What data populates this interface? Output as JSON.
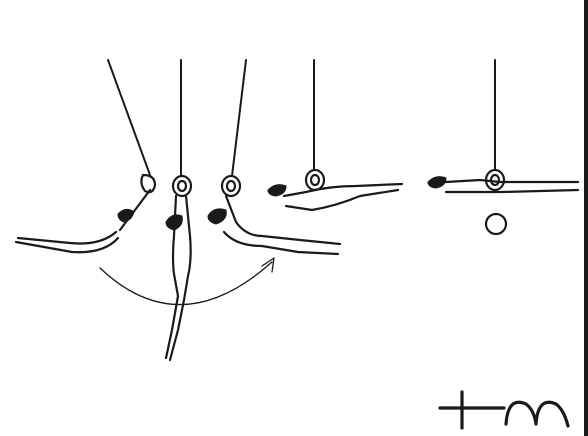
{
  "figure": {
    "sequence": [
      {
        "pose": "swing-back-straddle-body"
      },
      {
        "pose": "hang-vertical"
      },
      {
        "pose": "swing-forward"
      },
      {
        "pose": "front-lever-straddle"
      },
      {
        "pose": "back-lever-hold"
      }
    ],
    "motion_arc_direction": "right",
    "hold_marker": "circle",
    "signature_mark": "signature"
  },
  "colors": {
    "ink": "#1a1a1a",
    "background": "#ffffff"
  }
}
